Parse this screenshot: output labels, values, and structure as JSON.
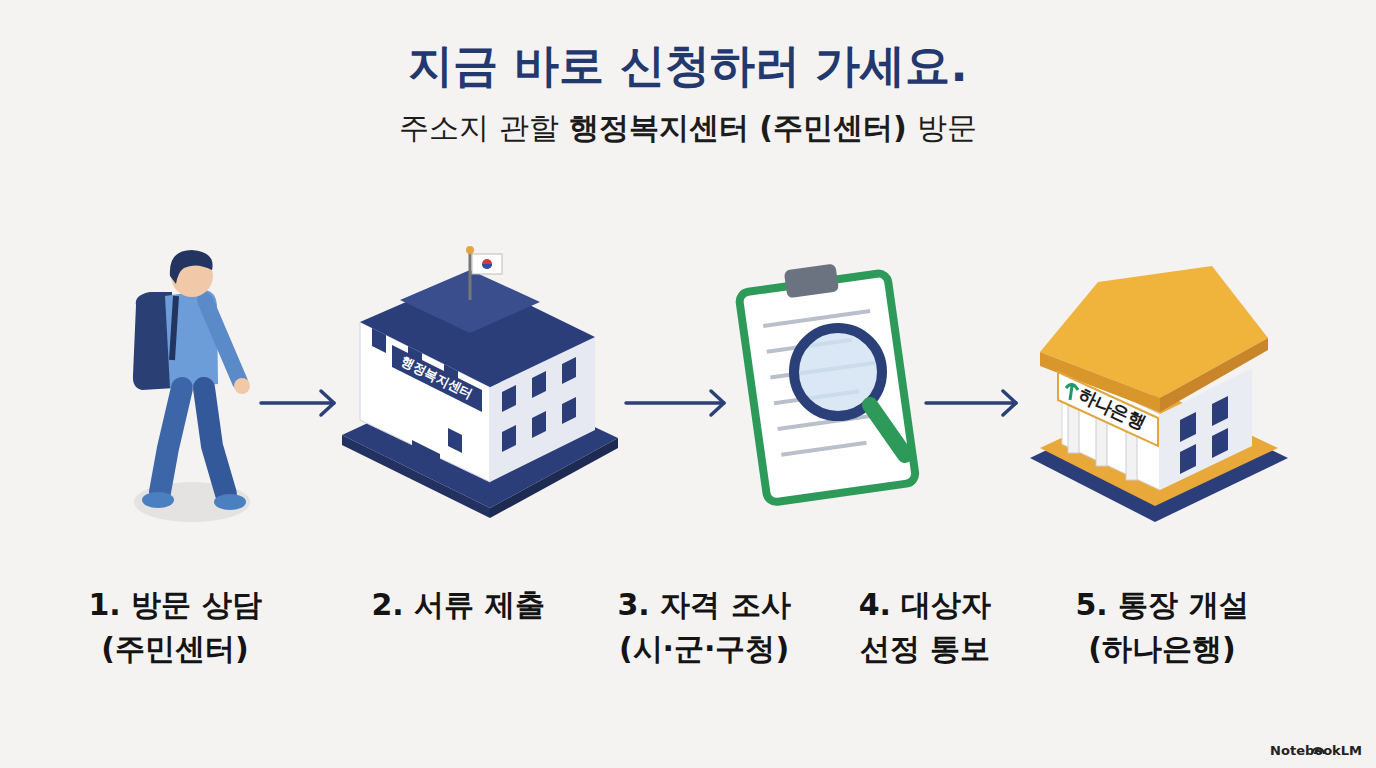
{
  "diagram": {
    "title": "지금 바로 신청하러 가세요.",
    "nodes": [
      {
        "text": [
          "1. 방문 상담 (주민센터)"
        ]
      },
      {
        "text": [
          "행정복지센터",
          "2. 서류 제출"
        ]
      },
      {
        "text": [
          "3. 자격 조사 (시·군·구청)",
          "4. 대상자 선정 통보"
        ]
      },
      {
        "text": [
          "하나은행",
          "5. 통장 개설 (하나은행)"
        ]
      }
    ],
    "edges": [
      {
        "from": 0,
        "to": 1,
        "arrow": "to"
      },
      {
        "from": 1,
        "to": 2,
        "arrow": "to"
      },
      {
        "from": 2,
        "to": 3,
        "arrow": "to"
      }
    ],
    "labels": [
      "주소지 관할",
      "행정복지센터 (주민센터)",
      "방문",
      "NotebookLM"
    ]
  }
}
